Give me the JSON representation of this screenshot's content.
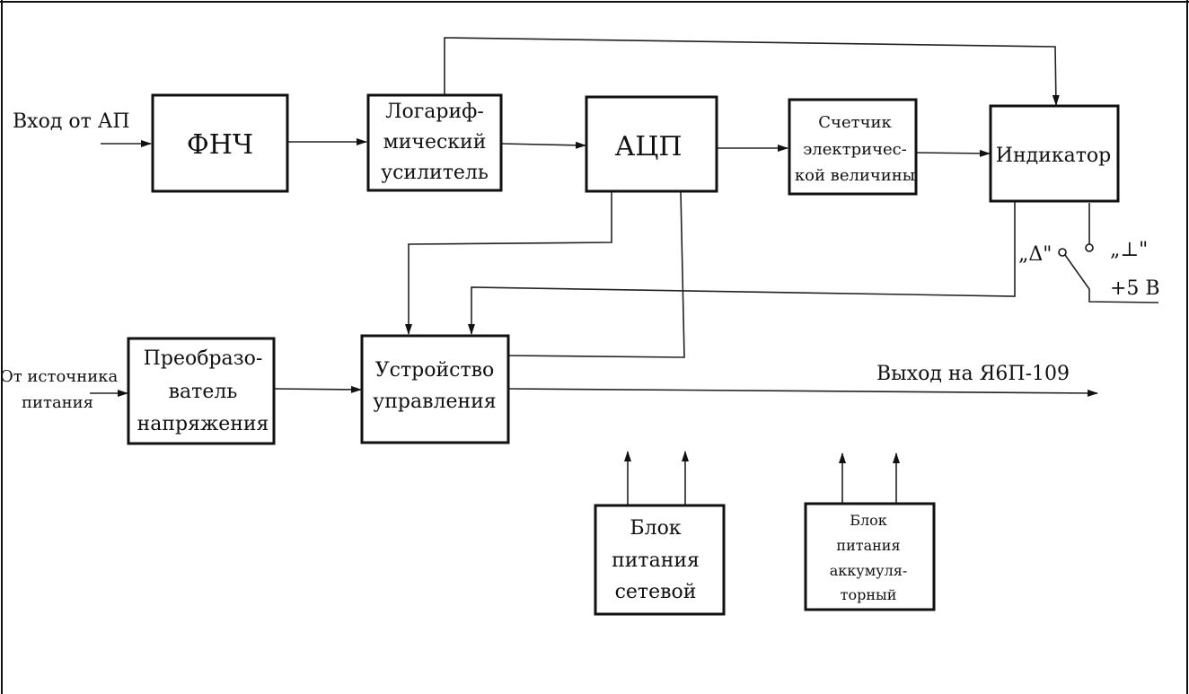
{
  "blocks": {
    "fnch": {
      "lines": [
        "ФНЧ"
      ]
    },
    "log_amp": {
      "lines": [
        "Логариф-",
        "мический",
        "усилитель"
      ]
    },
    "adc": {
      "lines": [
        "АЦП"
      ]
    },
    "counter": {
      "lines": [
        "Счетчик",
        "электричес-",
        "кой величины"
      ]
    },
    "indicator": {
      "lines": [
        "Индикатор"
      ]
    },
    "converter": {
      "lines": [
        "Преобразо-",
        "ватель",
        "напряжения"
      ]
    },
    "control": {
      "lines": [
        "Устройство",
        "управления"
      ]
    },
    "psu_mains": {
      "lines": [
        "Блок",
        "питания",
        "сетевой"
      ]
    },
    "psu_battery": {
      "lines": [
        "Блок",
        "питания",
        "аккумуля-",
        "торный"
      ]
    }
  },
  "labels": {
    "input_ap": "Вход от АП",
    "source_line1": "От источника",
    "source_line2": "питания",
    "output": "Выход на Я6П-109",
    "plus5v": "+5 В",
    "switch_left": "„Δ\"",
    "switch_right": "„⊥\""
  },
  "colors": {
    "ink": "#111111",
    "paper": "#ffffff"
  }
}
